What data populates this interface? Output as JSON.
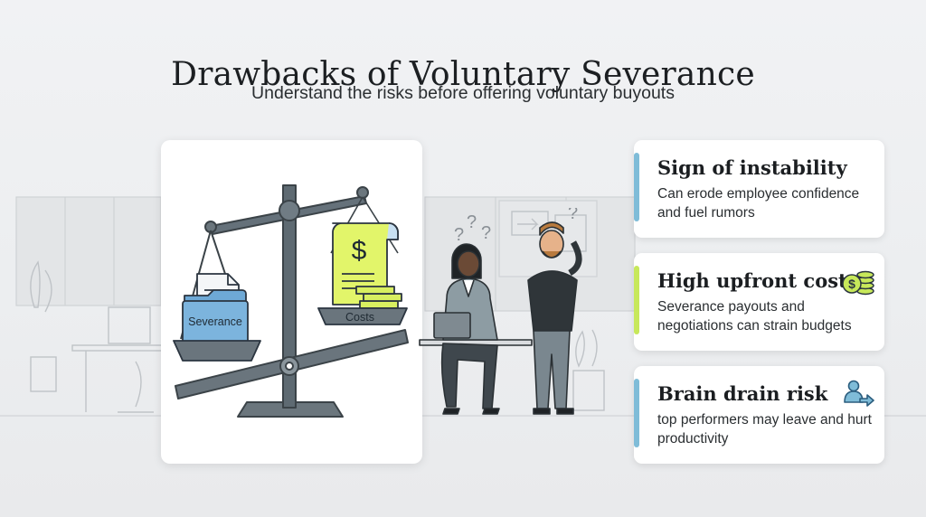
{
  "header": {
    "title": "Drawbacks of Voluntary Severance",
    "subtitle": "Understand the risks before offering voluntary buyouts"
  },
  "illustration": {
    "left_pan_label": "Severance",
    "right_pan_label": "Costs",
    "receipt_symbol": "$",
    "thought_marks": [
      "?",
      "?",
      "?",
      "?"
    ]
  },
  "cards": [
    {
      "title": "Sign of instability",
      "text": "Can erode employee confidence and fuel rumors",
      "icon": "none"
    },
    {
      "title": "High upfront costs",
      "text": "Severance payouts and negotiations can strain budgets",
      "icon": "coins-dollar-icon",
      "icon_symbol": "$"
    },
    {
      "title": "Brain drain risk",
      "text": "top performers may leave and hurt productivity",
      "icon": "person-leaving-icon"
    }
  ],
  "colors": {
    "accent_blue": "#7fbcd8",
    "accent_green": "#c7e85a",
    "scale_grey": "#5e6a72",
    "folder_blue": "#6ea9d6",
    "receipt_green": "#e2f56a"
  }
}
